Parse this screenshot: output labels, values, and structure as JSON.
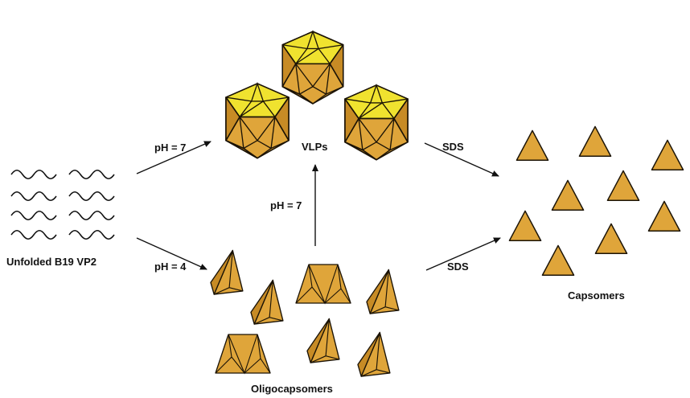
{
  "labels": {
    "unfolded": "Unfolded B19 VP2",
    "vlps": "VLPs",
    "capsomers": "Capsomers",
    "oligocapsomers": "Oligocapsomers"
  },
  "conditions": {
    "ph7_upper": "pH = 7",
    "ph4_lower": "pH = 4",
    "ph7_vertical": "pH = 7",
    "sds_upper": "SDS",
    "sds_lower": "SDS"
  },
  "colors": {
    "face": "#DFA53A",
    "face_dark": "#C78B25",
    "cap": "#F0E22F",
    "outline": "#1B1306"
  }
}
